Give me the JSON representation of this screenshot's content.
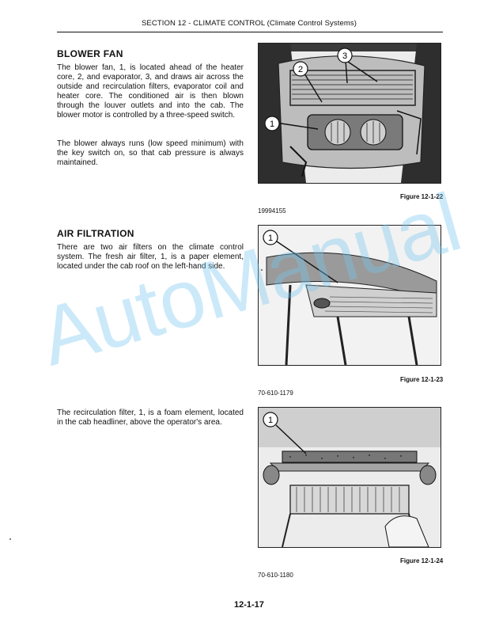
{
  "header": {
    "section": "SECTION 12 - CLIMATE CONTROL (Climate Control Systems)"
  },
  "blower": {
    "title": "BLOWER FAN",
    "p1": "The blower fan, 1, is located ahead of the heater core, 2, and evaporator, 3, and draws air across the outside and recirculation filters, evaporator coil and heater core. The conditioned air is then blown through the louver outlets and into the cab. The blower motor is controlled by a three-speed switch.",
    "p2": "The blower always runs (low speed minimum) with the key switch on, so that cab pressure is always maintained."
  },
  "filtration": {
    "title": "AIR FILTRATION",
    "p1": "There are two air filters on the climate control system. The fresh air filter, 1, is a paper element, located under the cab roof on the left-hand side.",
    "p2": "The recirculation filter, 1, is a foam element, located in the cab headliner, above the operator's area."
  },
  "figures": [
    {
      "caption": "Figure 12-1-22",
      "id": "19994155",
      "callouts": [
        "1",
        "2",
        "3"
      ]
    },
    {
      "caption": "Figure 12-1-23",
      "id": "70-610-1179",
      "callouts": [
        "1"
      ]
    },
    {
      "caption": "Figure 12-1-24",
      "id": "70-610-1180",
      "callouts": [
        "1"
      ]
    }
  ],
  "page_number": "12-1-17",
  "watermark": "AutoManual"
}
